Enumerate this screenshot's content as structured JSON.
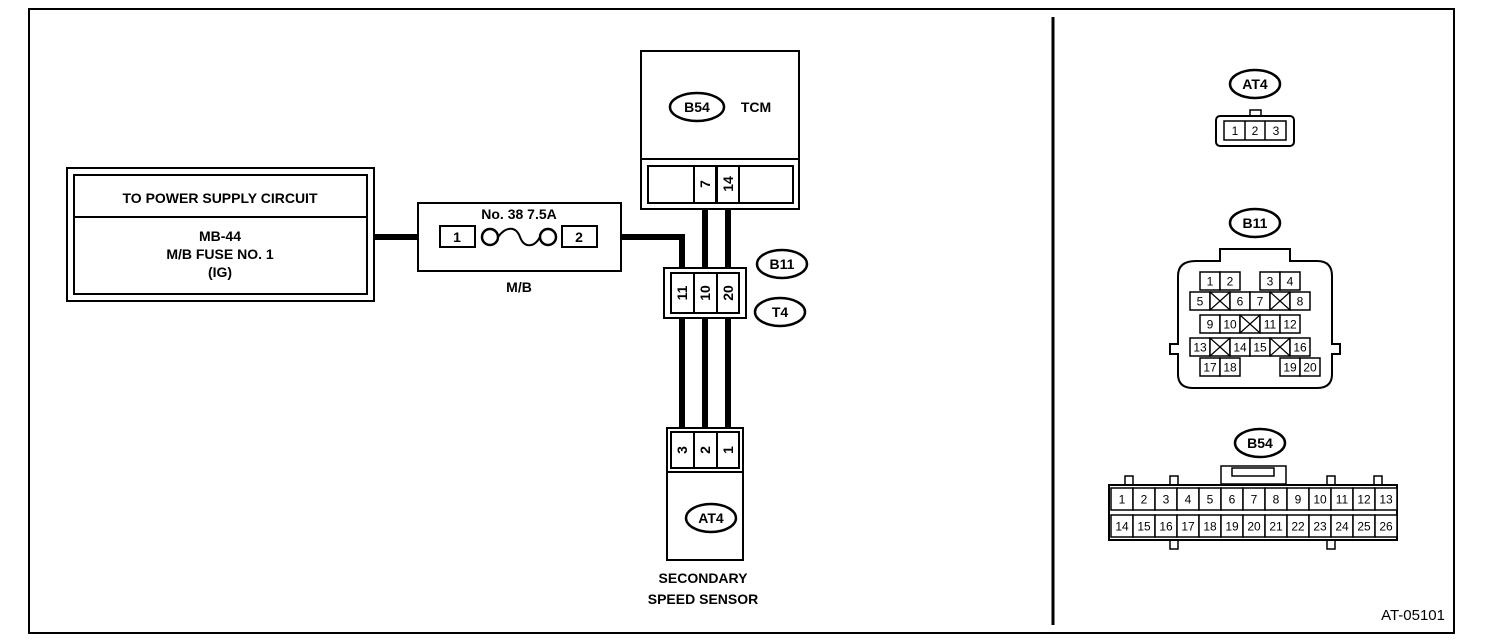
{
  "power_box": {
    "title": "TO POWER SUPPLY CIRCUIT",
    "line1": "MB-44",
    "line2": "M/B FUSE NO. 1",
    "line3": "(IG)"
  },
  "fuse": {
    "label": "No. 38 7.5A",
    "pin_left": "1",
    "pin_right": "2",
    "caption": "M/B"
  },
  "tcm": {
    "connector": "B54",
    "name": "TCM",
    "pins": [
      "7",
      "14"
    ]
  },
  "joint": {
    "connector_upper": "B11",
    "connector_lower": "T4",
    "pins": [
      "11",
      "10",
      "20"
    ]
  },
  "sensor": {
    "connector": "AT4",
    "pins": [
      "3",
      "2",
      "1"
    ],
    "caption_line1": "SECONDARY",
    "caption_line2": "SPEED SENSOR"
  },
  "connector_views": {
    "at4": {
      "label": "AT4",
      "pins": [
        "1",
        "2",
        "3"
      ]
    },
    "b11": {
      "label": "B11",
      "rows": [
        [
          "1",
          "2",
          "3",
          "4"
        ],
        [
          "5",
          "6",
          "7",
          "8"
        ],
        [
          "9",
          "10",
          "11",
          "12"
        ],
        [
          "13",
          "14",
          "15",
          "16"
        ],
        [
          "17",
          "18",
          "19",
          "20"
        ]
      ]
    },
    "b54": {
      "label": "B54",
      "top_row": [
        "1",
        "2",
        "3",
        "4",
        "5",
        "6",
        "7",
        "8",
        "9",
        "10",
        "11",
        "12",
        "13"
      ],
      "bottom_row": [
        "14",
        "15",
        "16",
        "17",
        "18",
        "19",
        "20",
        "21",
        "22",
        "23",
        "24",
        "25",
        "26"
      ]
    }
  },
  "figure_id": "AT-05101"
}
